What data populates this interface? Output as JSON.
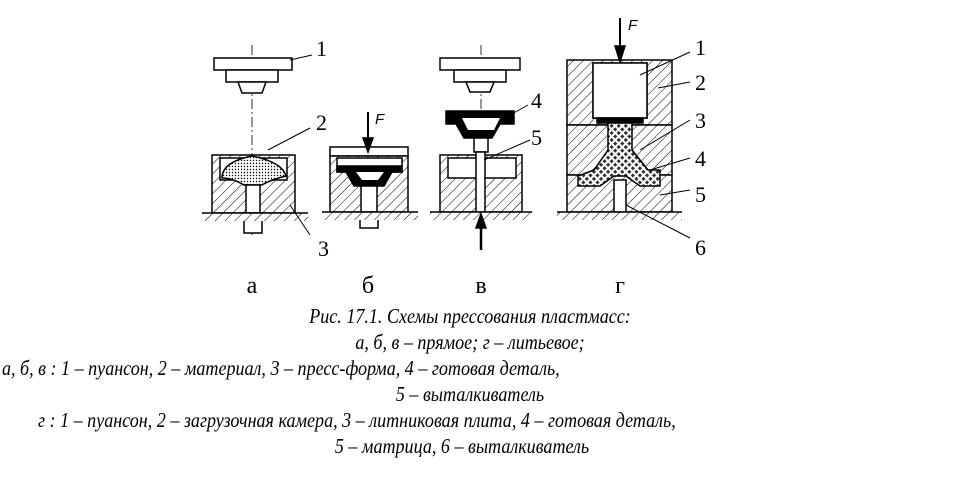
{
  "figure": {
    "panels": [
      {
        "letter": "а",
        "labels": [
          "1",
          "2",
          "3"
        ]
      },
      {
        "letter": "б",
        "force": "F"
      },
      {
        "letter": "в",
        "labels": [
          "4",
          "5"
        ]
      },
      {
        "letter": "г",
        "force": "F",
        "labels": [
          "1",
          "2",
          "3",
          "4",
          "5",
          "6"
        ]
      }
    ]
  },
  "caption": {
    "title": "Рис. 17.1. Схемы прессования пластмасс:",
    "line2": "а, б, в – прямое;   г – литьевое;",
    "line3": "а, б, в : 1 – пуансон, 2 – материал, 3 – пресс-форма, 4 – готовая деталь,",
    "line4": "5 – выталкиватель",
    "line5": "г : 1 – пуансон, 2 – загрузочная камера, 3 – литниковая плита, 4 – готовая деталь,",
    "line6": "5 – матрица, 6 – выталкиватель"
  }
}
